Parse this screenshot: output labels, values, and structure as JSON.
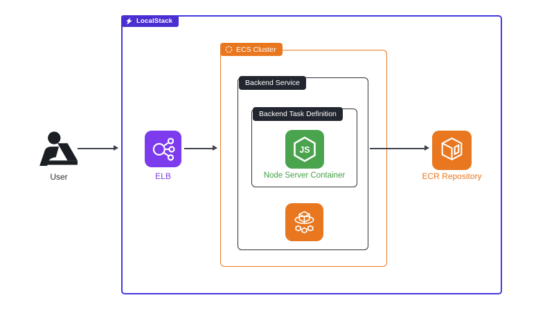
{
  "containers": {
    "localstack": {
      "label": "LocalStack"
    },
    "ecs_cluster": {
      "label": "ECS Cluster"
    },
    "backend_service": {
      "label": "Backend Service"
    },
    "backend_task_definition": {
      "label": "Backend Task Definition"
    }
  },
  "nodes": {
    "user": {
      "label": "User"
    },
    "elb": {
      "label": "ELB"
    },
    "node_server": {
      "label": "Node Server Container",
      "icon_glyph": "JS"
    },
    "ecr": {
      "label": "ECR Repository"
    }
  },
  "icons": {
    "localstack_logo": "localstack-rocket-icon",
    "ecs_cluster_badge": "ecs-cluster-ring-icon",
    "user": "person-at-laptop-icon",
    "elb": "load-balancer-icon",
    "node_server": "nodejs-hexagon-icon",
    "ecs_service": "ecs-container-service-icon",
    "ecr": "ecr-registry-cube-icon"
  },
  "colors": {
    "localstack_badge": "#4C2FD0",
    "localstack_border": "#4237DF",
    "aws_orange": "#E8771F",
    "dark_badge": "#22262E",
    "node_green": "#4AA34D",
    "node_green_text": "#43A047",
    "elb_purple": "#7C3BED",
    "arrow": "#3C4048"
  }
}
